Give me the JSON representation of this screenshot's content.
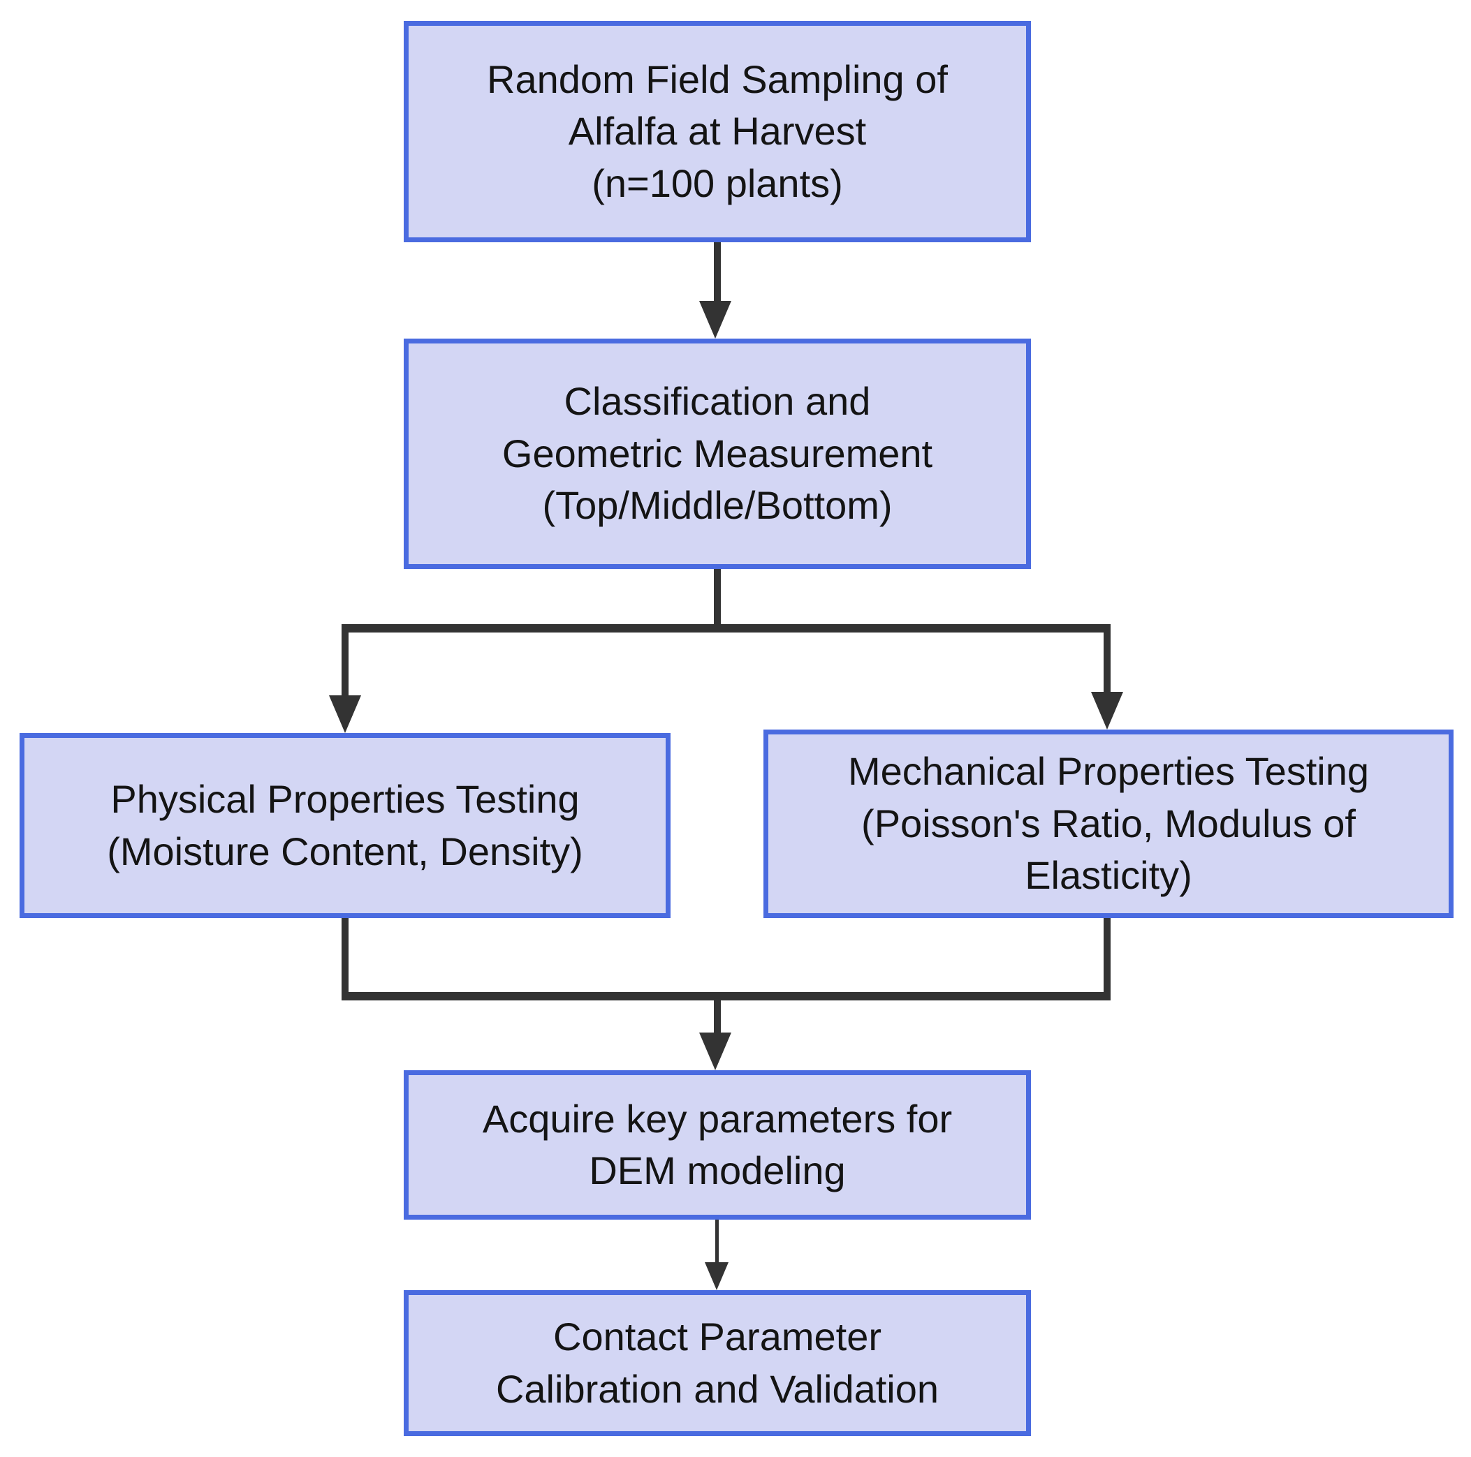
{
  "diagram": {
    "type": "flowchart",
    "background": "#ffffff",
    "node_fill_color": "#d3d6f4",
    "node_border_color": "#4a6be0",
    "arrow_color": "#333333",
    "text_color": "#141414",
    "nodes": {
      "sampling": {
        "label": "Random Field Sampling of\nAlfalfa at Harvest\n(n=100 plants)"
      },
      "classification": {
        "label": "Classification and\nGeometric Measurement\n(Top/Middle/Bottom)"
      },
      "physical": {
        "label": "Physical Properties Testing\n(Moisture Content, Density)"
      },
      "mechanical": {
        "label": "Mechanical Properties Testing\n(Poisson's Ratio, Modulus of\nElasticity)"
      },
      "acquire": {
        "label": "Acquire key parameters for\nDEM modeling"
      },
      "contact": {
        "label": "Contact Parameter\nCalibration and Validation"
      }
    },
    "edges": [
      {
        "from": "sampling",
        "to": "classification"
      },
      {
        "from": "classification",
        "to": "physical"
      },
      {
        "from": "classification",
        "to": "mechanical"
      },
      {
        "from": "physical",
        "to": "acquire"
      },
      {
        "from": "mechanical",
        "to": "acquire"
      },
      {
        "from": "acquire",
        "to": "contact"
      }
    ]
  }
}
